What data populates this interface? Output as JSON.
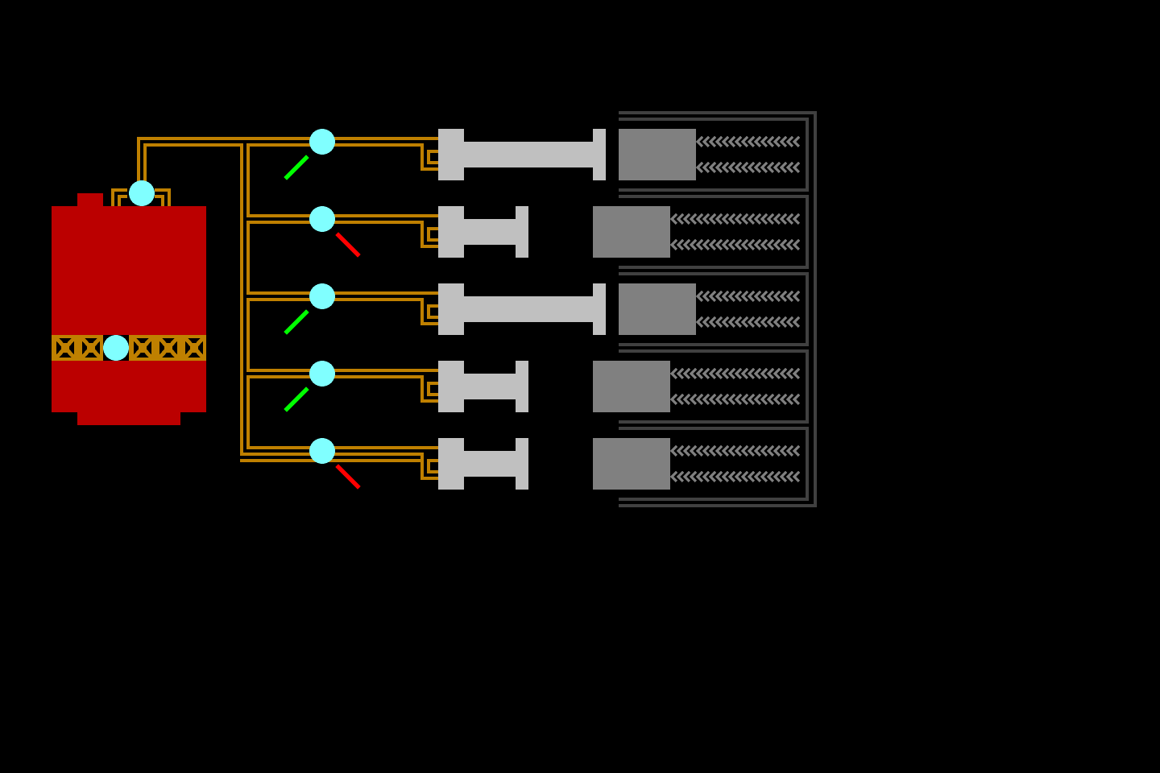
{
  "scene": {
    "type": "pneumatic-piston-puzzle",
    "background_color": "#000000"
  },
  "colors": {
    "tank": "#bb0000",
    "pipe": "#bf8000",
    "valve": "#80ffff",
    "indicator_open": "#00ff00",
    "indicator_closed": "#ff0000",
    "piston": "#c0c0c0",
    "block": "#808080",
    "chevrons": "#808080",
    "frame": "#404040"
  },
  "tank": {
    "label": "air-tank",
    "gauge_valve": "valve",
    "top_valve": "valve"
  },
  "channels": [
    {
      "id": 1,
      "valve_state": "open",
      "indicator": "green",
      "piston_extended": true
    },
    {
      "id": 2,
      "valve_state": "closed",
      "indicator": "red",
      "piston_extended": false
    },
    {
      "id": 3,
      "valve_state": "open",
      "indicator": "green",
      "piston_extended": true
    },
    {
      "id": 4,
      "valve_state": "open",
      "indicator": "green",
      "piston_extended": false
    },
    {
      "id": 5,
      "valve_state": "closed",
      "indicator": "red",
      "piston_extended": false
    }
  ]
}
